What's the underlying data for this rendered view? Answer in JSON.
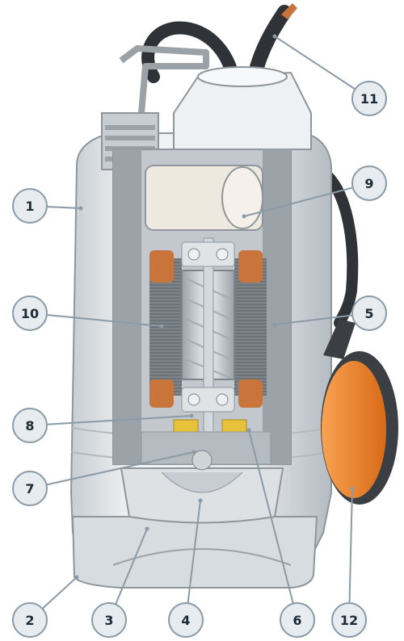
{
  "callouts": [
    {
      "label": "1"
    },
    {
      "label": "2"
    },
    {
      "label": "3"
    },
    {
      "label": "4"
    },
    {
      "label": "5"
    },
    {
      "label": "6"
    },
    {
      "label": "7"
    },
    {
      "label": "8"
    },
    {
      "label": "9"
    },
    {
      "label": "10"
    },
    {
      "label": "11"
    },
    {
      "label": "12"
    }
  ],
  "colors": {
    "housing": "#dfe3e6",
    "housing_shadow": "#b9c0c6",
    "cutaway_wall": "#8f969b",
    "cable": "#3b3f43",
    "float": "#f08a2c",
    "copper": "#c9743a",
    "winding": "#6d7378",
    "callout_fill": "#e6ecf0",
    "callout_stroke": "#8a9aa6"
  }
}
